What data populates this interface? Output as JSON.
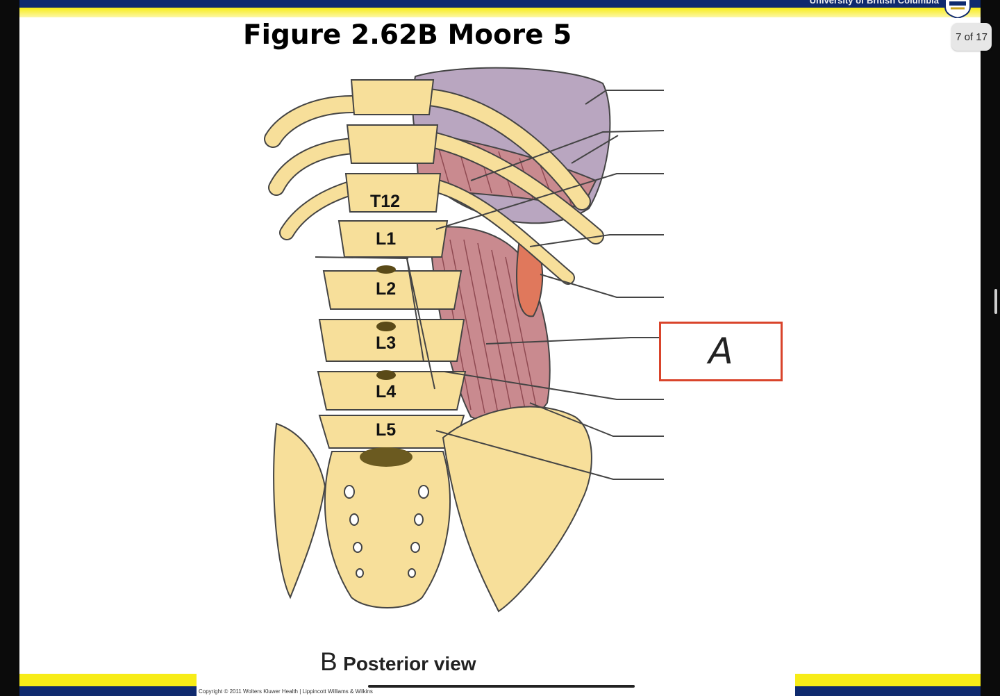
{
  "header": {
    "institution": "University of British Columbia",
    "title": "Figure 2.62B Moore 5"
  },
  "viewer": {
    "page_counter": "7 of 17"
  },
  "figure": {
    "vertebra_labels": [
      "T12",
      "L1",
      "L2",
      "L3",
      "L4",
      "L5"
    ],
    "caption_letter": "B",
    "caption_text": "Posterior view",
    "answer_label": "A",
    "copyright": "Copyright © 2011 Wolters Kluwer Health | Lippincott Williams & Wilkins"
  },
  "colors": {
    "bone": "#f7df9a",
    "muscle": "#c98a8f",
    "kidney": "#a999b5",
    "answer_border": "#d9442b",
    "navy": "#0f2a6e",
    "yellow": "#f7ec17"
  }
}
